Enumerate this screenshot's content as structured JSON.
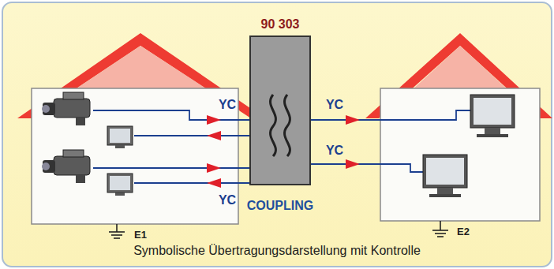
{
  "diagram": {
    "caption": "Symbolische Übertragungsdarstellung mit Kontrolle",
    "nodes": [
      {
        "text": [
          "90 303",
          "COUPLING"
        ]
      }
    ],
    "labels": [
      "YC",
      "YC",
      "YC",
      "YC",
      "E1",
      "E2"
    ]
  }
}
